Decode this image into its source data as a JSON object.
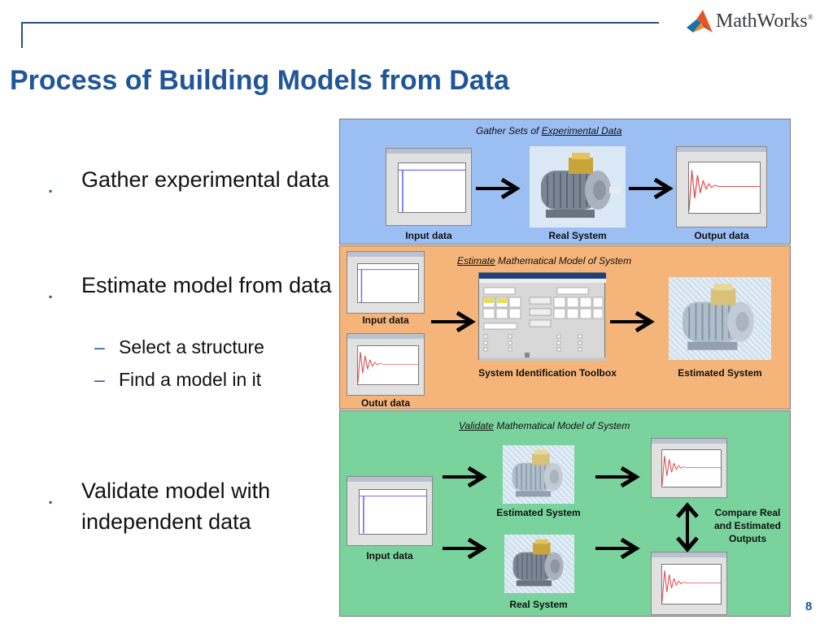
{
  "header": {
    "logo_text": "MathWorks",
    "registered_mark": "®",
    "title": "Process of Building Models from Data"
  },
  "bullets": [
    {
      "text": "Gather experimental data"
    },
    {
      "text": "Estimate model from data"
    },
    {
      "text": "Validate model with independent data"
    }
  ],
  "sub_bullets": [
    {
      "text": "Select a structure"
    },
    {
      "text": "Find a model in it"
    }
  ],
  "markers": {
    "bullet": "▪",
    "dash": "–"
  },
  "panel_gather": {
    "title_prefix": "Gather Sets of ",
    "title_link": "Experimental Data",
    "captions": {
      "input": "Input data",
      "system": "Real System",
      "output": "Output data"
    }
  },
  "panel_estimate": {
    "title_link": "Estimate",
    "title_suffix": " Mathematical Model of System",
    "captions": {
      "input": "Input data",
      "output": "Outut data",
      "toolbox": "System Identification Toolbox",
      "estimated": "Estimated System"
    }
  },
  "panel_validate": {
    "title_link": "Validate",
    "title_suffix": " Mathematical Model of System",
    "captions": {
      "input": "Input data",
      "estimated": "Estimated System",
      "real": "Real System",
      "compare_line1": "Compare Real",
      "compare_line2": "and Estimated",
      "compare_line3": "Outputs"
    }
  },
  "page_number": "8",
  "colors": {
    "title_blue": "#1f5699",
    "panel_gather": "#9cbff3",
    "panel_estimate": "#f5b57a",
    "panel_validate": "#7ad39c",
    "logo_red": "#d6432a"
  }
}
